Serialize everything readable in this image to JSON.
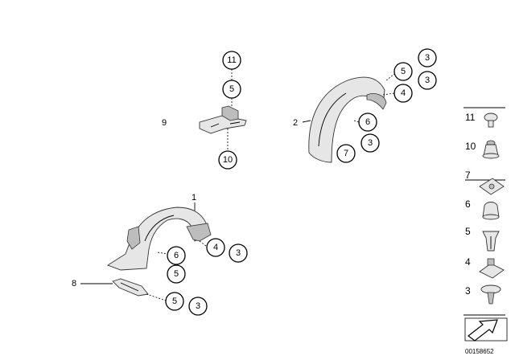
{
  "labels": {
    "assembly_1": "1",
    "assembly_2": "2",
    "assembly_8": "8",
    "assembly_9": "9"
  },
  "callouts": {
    "bracket_top_11": "11",
    "bracket_top_5": "5",
    "bracket_bottom_10": "10",
    "rear_a_3": "3",
    "rear_b_5": "5",
    "rear_b_3": "3",
    "rear_c_4": "4",
    "rear_d_6": "6",
    "rear_e_3": "3",
    "rear_f_7": "7",
    "front_a_4": "4",
    "front_a_3": "3",
    "front_b_6": "6",
    "front_c_5": "5",
    "front_d_5": "5",
    "front_d_3": "3"
  },
  "legend": [
    "11",
    "10",
    "7",
    "6",
    "5",
    "4",
    "3"
  ],
  "document_id": "00158652"
}
